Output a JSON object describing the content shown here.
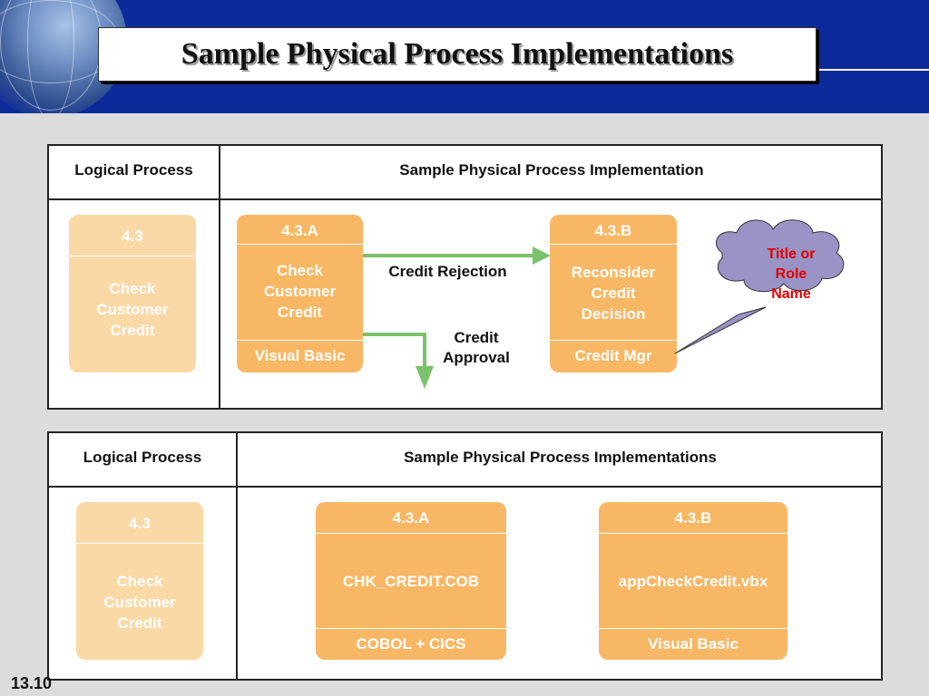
{
  "slide": {
    "title": "Sample Physical Process Implementations",
    "page_number": "13.10"
  },
  "table1": {
    "col1_header": "Logical Process",
    "col2_header": "Sample Physical Process Implementation",
    "logical": {
      "id": "4.3",
      "name": [
        "Check",
        "Customer",
        "Credit"
      ]
    },
    "proc_a": {
      "id": "4.3.A",
      "name": [
        "Check",
        "Customer",
        "Credit"
      ],
      "impl": "Visual Basic"
    },
    "proc_b": {
      "id": "4.3.B",
      "name": [
        "Reconsider",
        "Credit",
        "Decision"
      ],
      "impl": "Credit Mgr"
    },
    "flow_rejection": "Credit Rejection",
    "flow_approval": [
      "Credit",
      "Approval"
    ],
    "callout": [
      "Title or",
      "Role",
      "Name"
    ]
  },
  "table2": {
    "col1_header": "Logical Process",
    "col2_header": "Sample Physical Process Implementations",
    "logical": {
      "id": "4.3",
      "name": [
        "Check",
        "Customer",
        "Credit"
      ]
    },
    "proc_a": {
      "id": "4.3.A",
      "name": "CHK_CREDIT.COB",
      "impl": "COBOL + CICS"
    },
    "proc_b": {
      "id": "4.3.B",
      "name": "appCheckCredit.vbx",
      "impl": "Visual Basic"
    }
  },
  "colors": {
    "header_blue": "#0c2a9a",
    "process_light": "#fbd9a6",
    "process_dark": "#f8b764",
    "arrow_green": "#7cc16b",
    "callout_fill": "#9a94c6",
    "callout_text": "#e00000"
  }
}
